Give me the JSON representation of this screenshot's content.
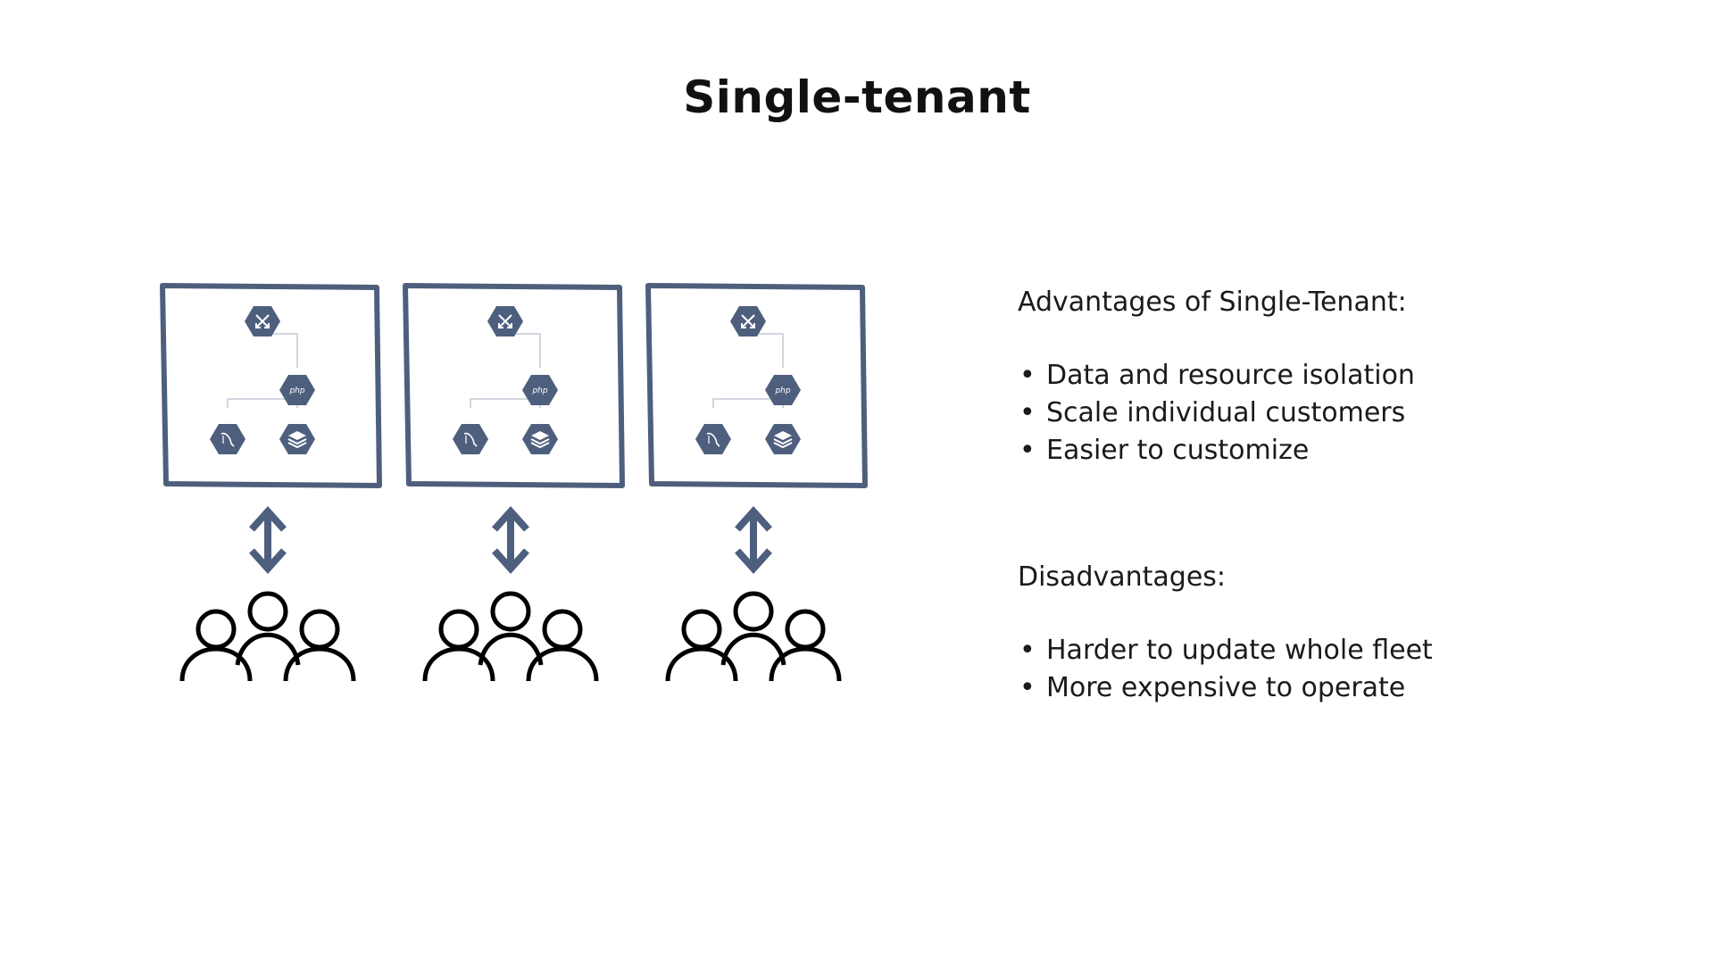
{
  "title": "Single-tenant",
  "colors": {
    "primary": "#4e5f7e",
    "connector": "#c4cad6",
    "text": "#1a1a1a",
    "icon_outline": "#000000"
  },
  "tenants": [
    {
      "services": [
        "load-balancer-icon",
        "php-icon",
        "mysql-icon",
        "storage-stack-icon"
      ],
      "php_label": "php",
      "arrow": "bidirectional-arrow-icon",
      "users": "user-group-icon"
    },
    {
      "services": [
        "load-balancer-icon",
        "php-icon",
        "mysql-icon",
        "storage-stack-icon"
      ],
      "php_label": "php",
      "arrow": "bidirectional-arrow-icon",
      "users": "user-group-icon"
    },
    {
      "services": [
        "load-balancer-icon",
        "php-icon",
        "mysql-icon",
        "storage-stack-icon"
      ],
      "php_label": "php",
      "arrow": "bidirectional-arrow-icon",
      "users": "user-group-icon"
    }
  ],
  "advantages": {
    "heading": "Advantages of Single-Tenant:",
    "items": [
      "Data and resource isolation",
      "Scale individual customers",
      "Easier to customize"
    ]
  },
  "disadvantages": {
    "heading": "Disadvantages:",
    "items": [
      "Harder to update whole fleet",
      "More expensive to operate"
    ]
  },
  "bullet": "•"
}
